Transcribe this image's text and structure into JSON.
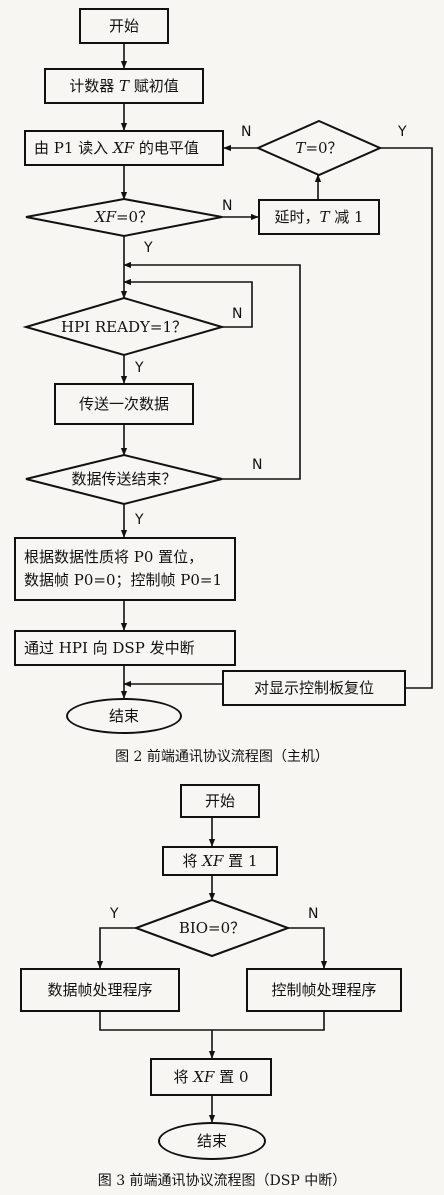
{
  "fig2": {
    "start": "开始",
    "init_counter_pre": "计数器",
    "init_counter_var": "T",
    "init_counter_post": "赋初值",
    "read_pre": "由 P1 读入",
    "read_var": "XF",
    "read_post": "的电平值",
    "t_check_var": "T",
    "t_check_post": "=0？",
    "xf_check_var": "XF",
    "xf_check_post": "=0？",
    "delay_pre": "延时，",
    "delay_var": "T",
    "delay_post": "减 1",
    "hpi_ready_check": "HPI READY=1？",
    "send_once": "传送一次数据",
    "transfer_done_check": "数据传送结束？",
    "set_p0_line1": "根据数据性质将 P0 置位，",
    "set_p0_line2": "数据帧 P0=0；控制帧 P0=1",
    "interrupt_dsp": "通过 HPI 向 DSP 发中断",
    "reset_board": "对显示控制板复位",
    "end": "结束",
    "caption": "图 2   前端通讯协议流程图（主机）",
    "labels": {
      "n_t_check": "N",
      "y_t_check": "Y",
      "n_xf_check": "N",
      "y_xf_check": "Y",
      "n_hpi_check": "N",
      "y_hpi_check": "Y",
      "n_transfer_check": "N",
      "y_transfer_check": "Y"
    }
  },
  "fig3": {
    "start": "开始",
    "set_xf1_pre": "将",
    "set_xf1_var": "XF",
    "set_xf1_post": "置 1",
    "bio_check": "BIO=0？",
    "data_frame_proc": "数据帧处理程序",
    "ctrl_frame_proc": "控制帧处理程序",
    "set_xf0_pre": "将",
    "set_xf0_var": "XF",
    "set_xf0_post": "置 0",
    "end": "结束",
    "caption": "图 3   前端通讯协议流程图（DSP 中断）",
    "labels": {
      "y_bio": "Y",
      "n_bio": "N"
    }
  }
}
